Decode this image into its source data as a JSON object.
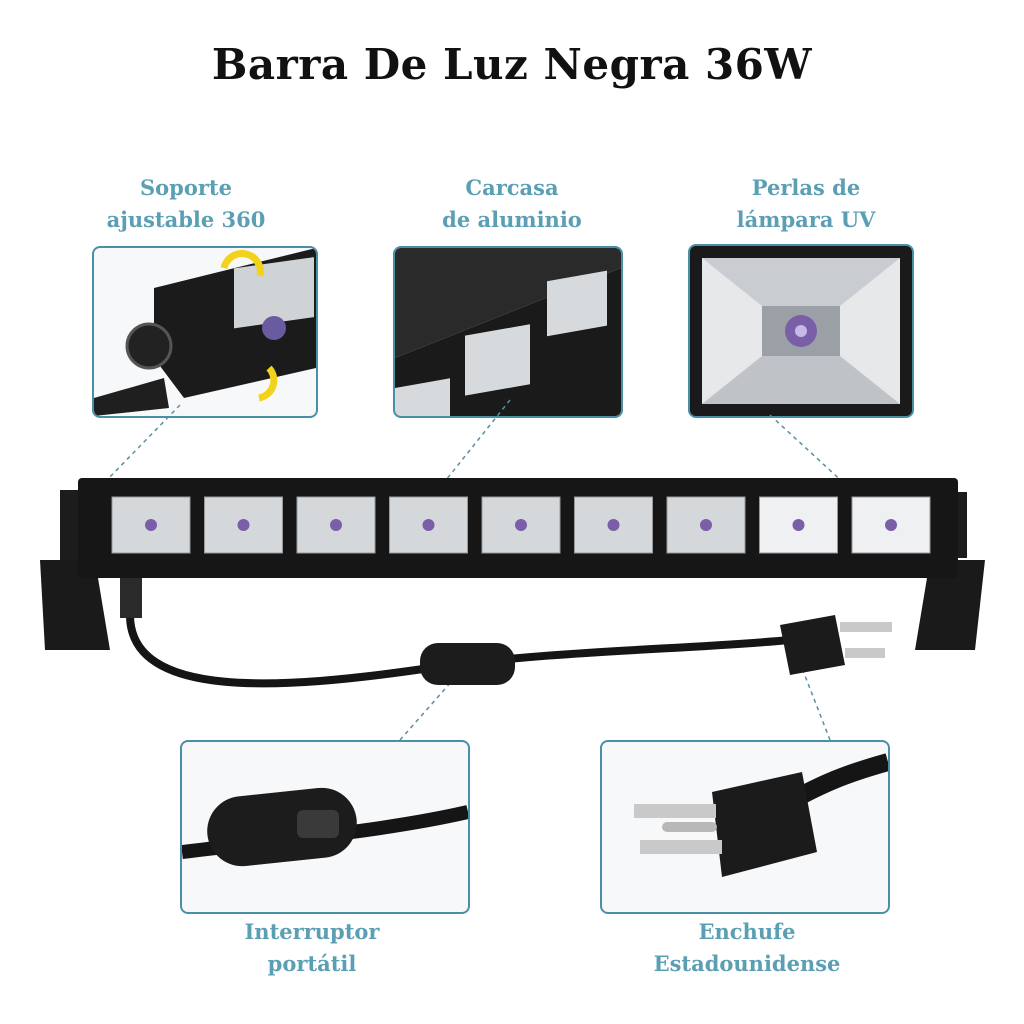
{
  "title": "Barra De Luz Negra 36W",
  "features": {
    "bracket": {
      "line1": "Soporte",
      "line2": "ajustable 360"
    },
    "housing": {
      "line1": "Carcasa",
      "line2": "de aluminio"
    },
    "beads": {
      "line1": "Perlas de",
      "line2": "lámpara UV"
    },
    "switch": {
      "line1": "Interruptor",
      "line2": "portátil"
    },
    "plug": {
      "line1": "Enchufe",
      "line2": "Estadounidense"
    }
  },
  "led_count": 9,
  "colors": {
    "label": "#5b9fb5",
    "border": "#4a8fa8",
    "bar": "#161616"
  }
}
